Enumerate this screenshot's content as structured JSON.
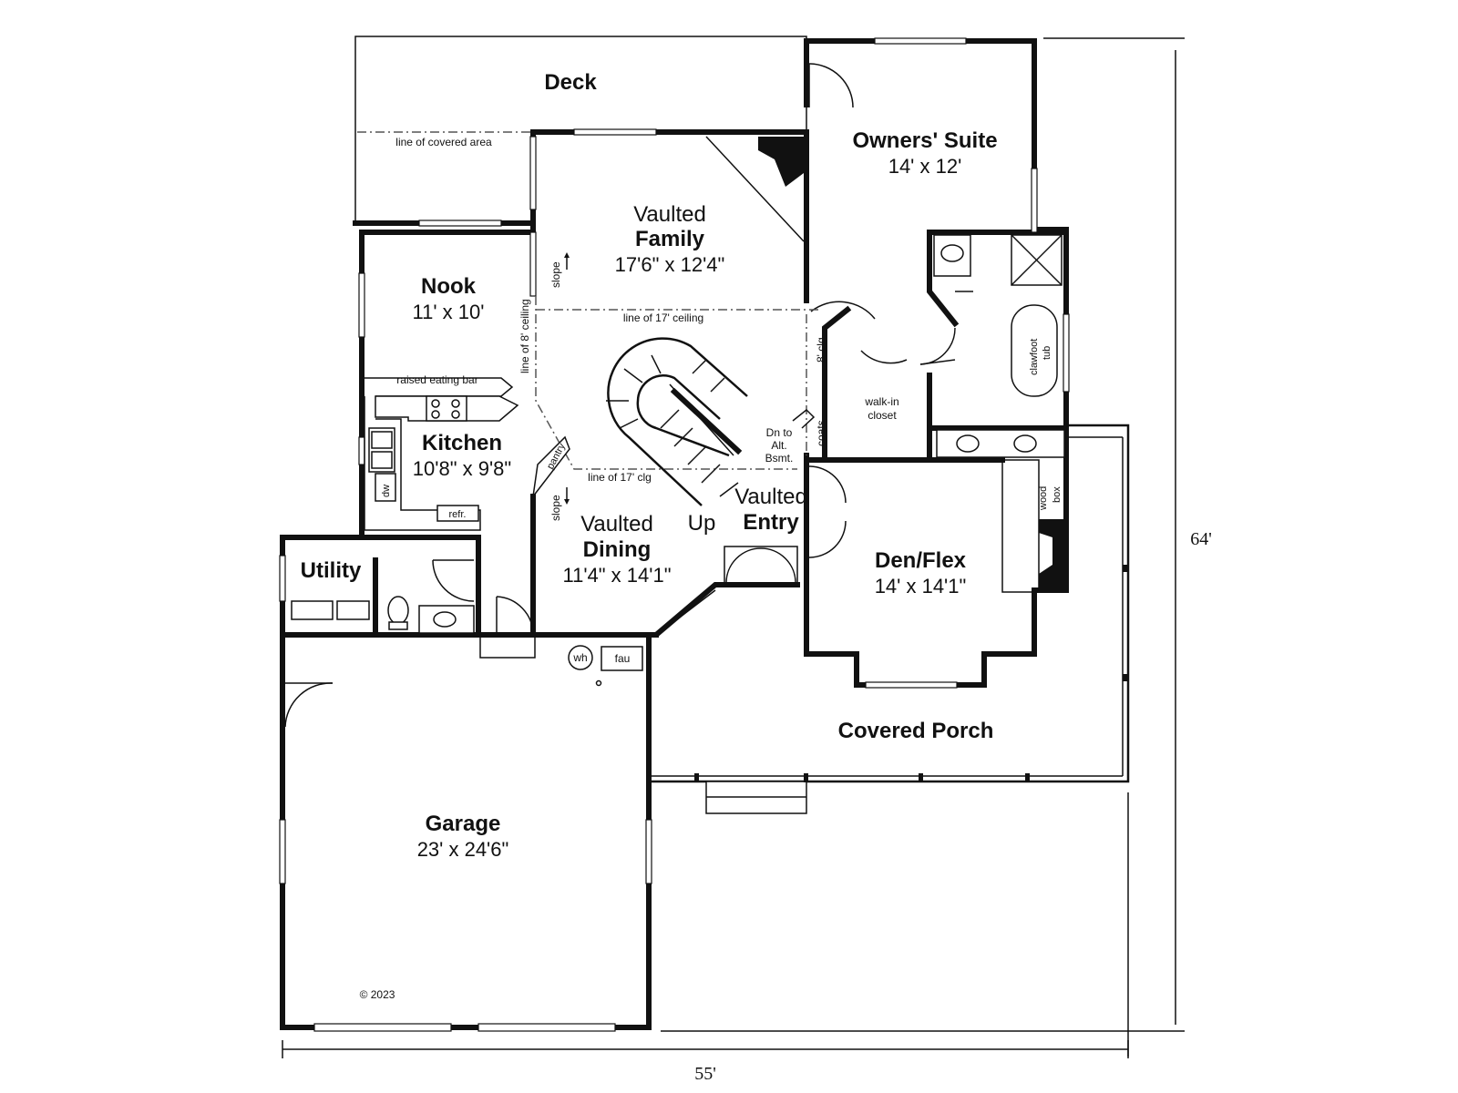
{
  "rooms": {
    "deck": {
      "name": "Deck"
    },
    "owners_suite": {
      "name": "Owners' Suite",
      "dim": "14' x 12'"
    },
    "family": {
      "prefix": "Vaulted",
      "name": "Family",
      "dim": "17'6\" x 12'4\""
    },
    "nook": {
      "name": "Nook",
      "dim": "11' x 10'"
    },
    "kitchen": {
      "name": "Kitchen",
      "dim": "10'8\" x 9'8\""
    },
    "dining": {
      "prefix": "Vaulted",
      "name": "Dining",
      "dim": "11'4\" x 14'1\""
    },
    "entry": {
      "prefix": "Vaulted",
      "name": "Entry"
    },
    "den": {
      "name": "Den/Flex",
      "dim": "14' x 14'1\""
    },
    "utility": {
      "name": "Utility"
    },
    "porch": {
      "name": "Covered Porch"
    },
    "garage": {
      "name": "Garage",
      "dim": "23' x 24'6\""
    }
  },
  "notes": {
    "covered_area": "line of covered area",
    "ceiling_17": "line of 17' ceiling",
    "ceiling_8": "line of 8' ceiling",
    "clg_17": "line of 17' clg",
    "clg_8": "8' clg",
    "raised_bar": "raised eating bar",
    "slope": "slope",
    "pantry": "pantry",
    "coats": "coats",
    "dn_1": "Dn to",
    "dn_2": "Alt.",
    "dn_3": "Bsmt.",
    "up": "Up",
    "walkin_1": "walk-in",
    "walkin_2": "closet",
    "tub_1": "clawfoot",
    "tub_2": "tub",
    "wood_1": "wood",
    "wood_2": "box",
    "dw": "dw",
    "refr": "refr.",
    "wh": "wh",
    "fau": "fau",
    "copyright": "© 2023"
  },
  "dimensions": {
    "width": "55'",
    "depth": "64'"
  }
}
